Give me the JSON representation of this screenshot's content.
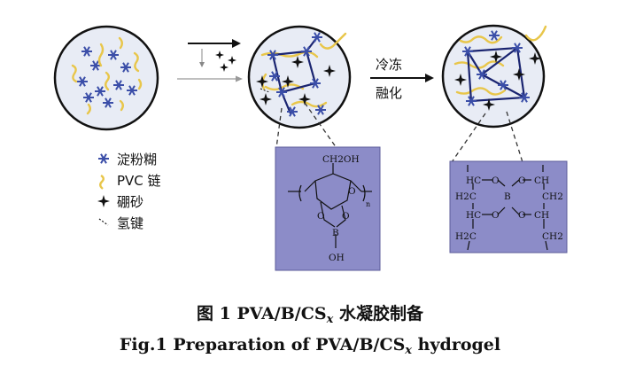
{
  "legend": {
    "starch": "淀粉糊",
    "pvc": "PVC 链",
    "borax": "硼砂",
    "hbond": "氢键"
  },
  "process_label_line1": "冷冻",
  "process_label_line2": "融化",
  "structure_left": {
    "ch2oh": "CH2OH",
    "subscript_n": "n",
    "O_top": "O",
    "O_left": "O",
    "O_right": "O",
    "B": "B",
    "OH": "OH"
  },
  "structure_right": {
    "HC_top_left": "HC",
    "O_top_left": "O",
    "B": "B",
    "O_top_right": "O",
    "CH_top_right": "CH",
    "H2C_left": "H2C",
    "CH2_right": "CH2",
    "HC_bottom_left": "HC",
    "O_bottom_left": "O",
    "O_bottom_right": "O",
    "CH_bottom_right": "CH",
    "H2C_bottom_left": "H2C",
    "CH2_bottom_right": "CH2"
  },
  "caption_cn": {
    "prefix": "图 1    PVA/B/CS",
    "sub": "x",
    "suffix": " 水凝胶制备"
  },
  "caption_en": {
    "prefix": "Fig.1    Preparation of PVA/B/CS",
    "sub": "x",
    "suffix": " hydrogel"
  },
  "colors": {
    "starch": "#3b4ea8",
    "pvc": "#e8c64a",
    "borax": "#111111",
    "box_fill": "#8c8cc8",
    "circle_fill": "#e8ecf5"
  }
}
